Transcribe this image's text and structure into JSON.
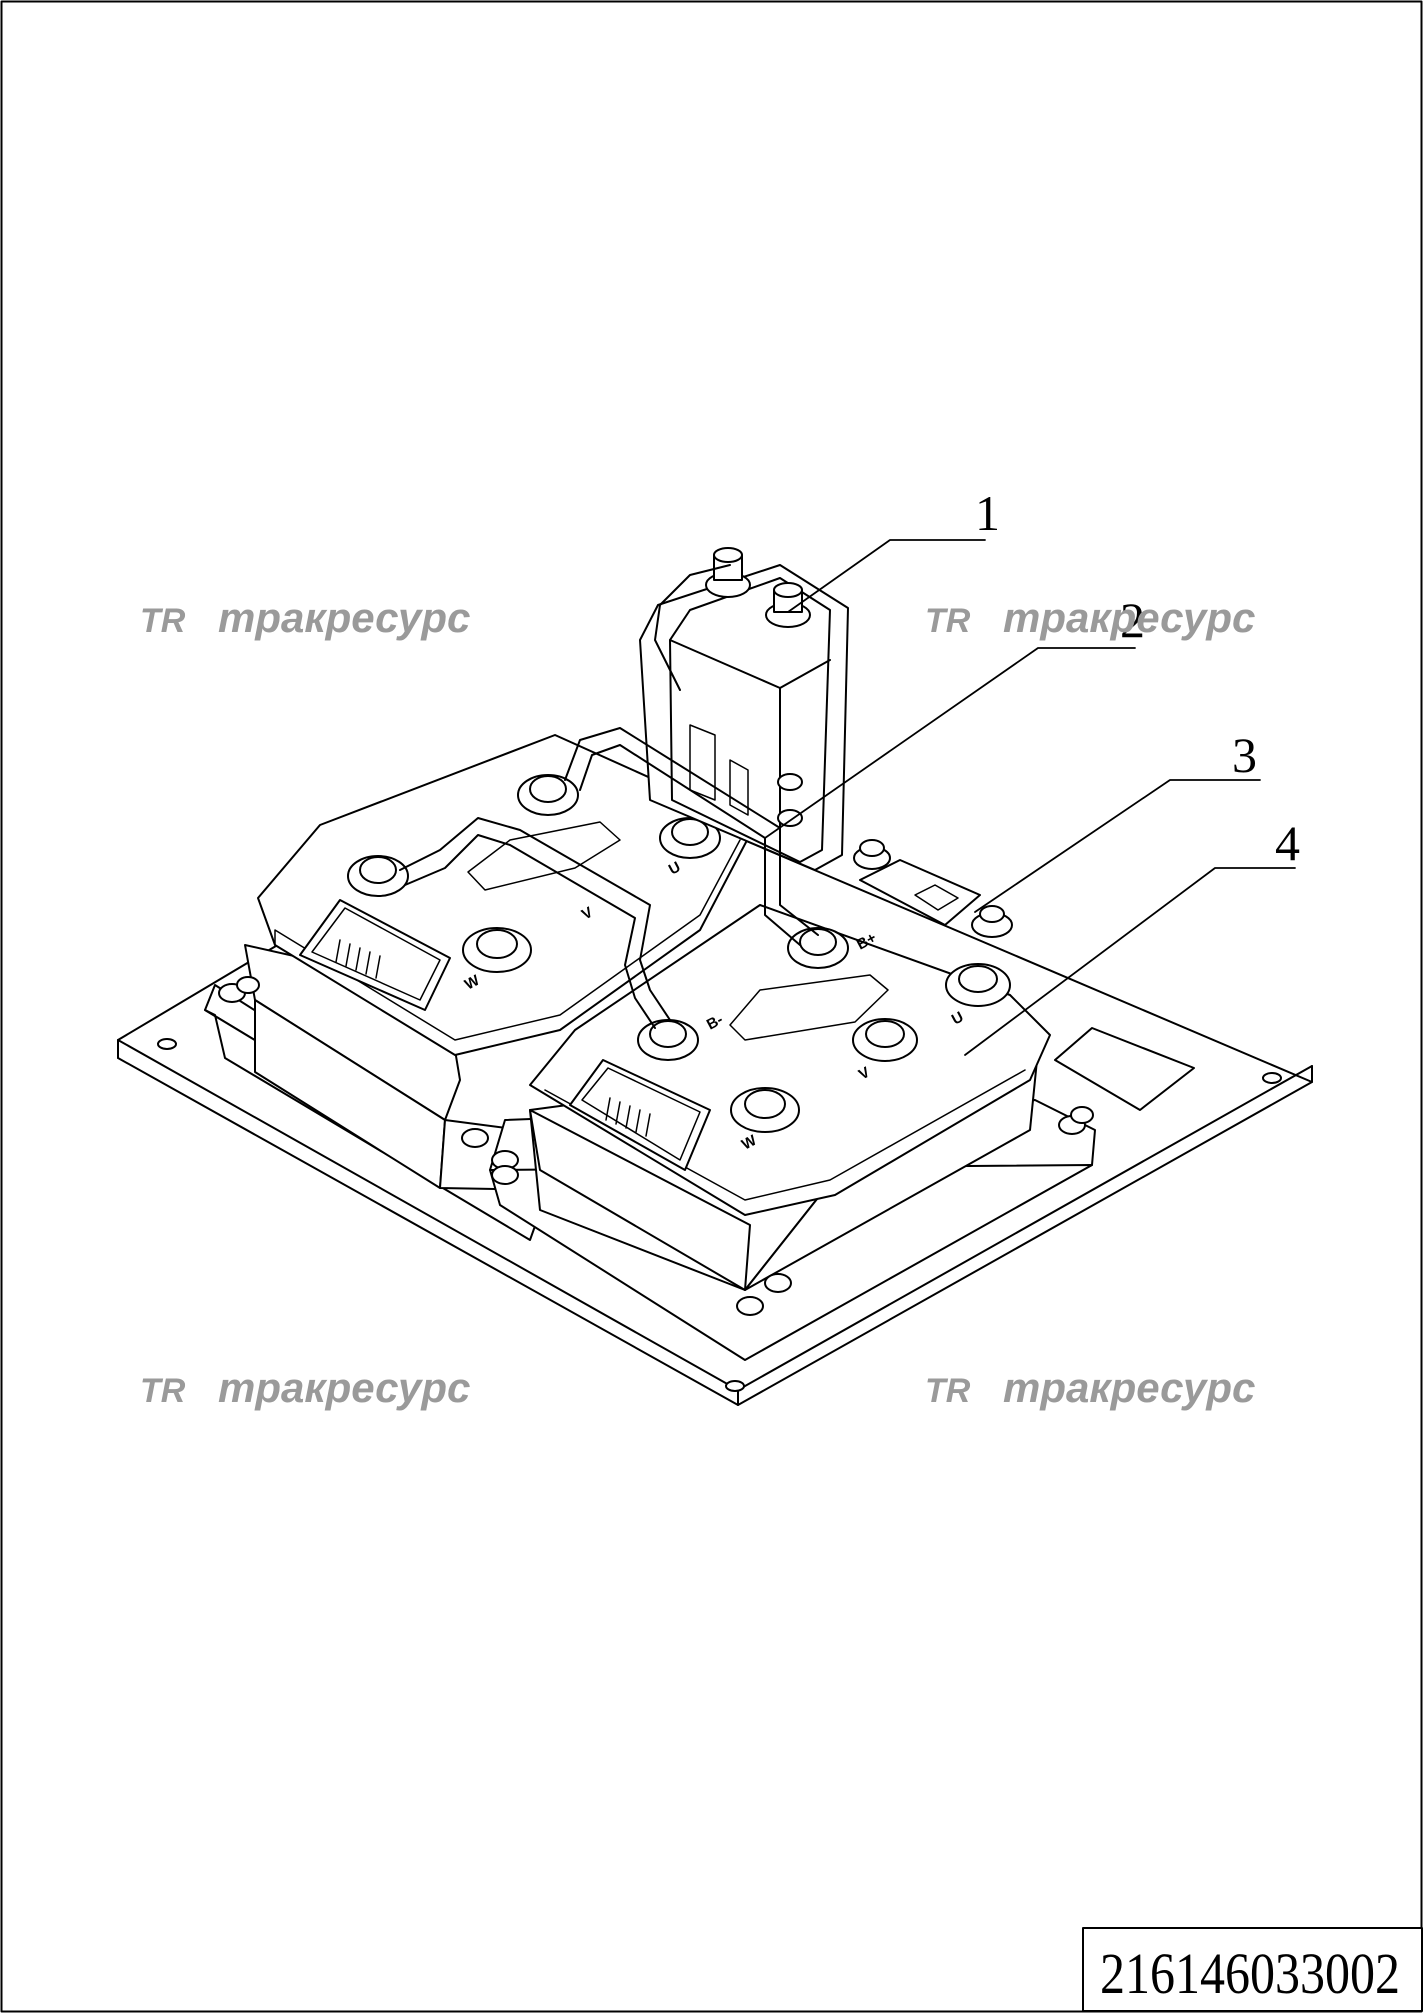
{
  "drawing_number": "216146033002",
  "callouts": [
    {
      "number": "1"
    },
    {
      "number": "2"
    },
    {
      "number": "3"
    },
    {
      "number": "4"
    }
  ],
  "watermark": {
    "logo": "TR",
    "text": "тракресурс"
  },
  "terminal_labels": {
    "u": "U",
    "v": "V",
    "w": "W",
    "bplus": "B+",
    "bminus": "B-"
  }
}
